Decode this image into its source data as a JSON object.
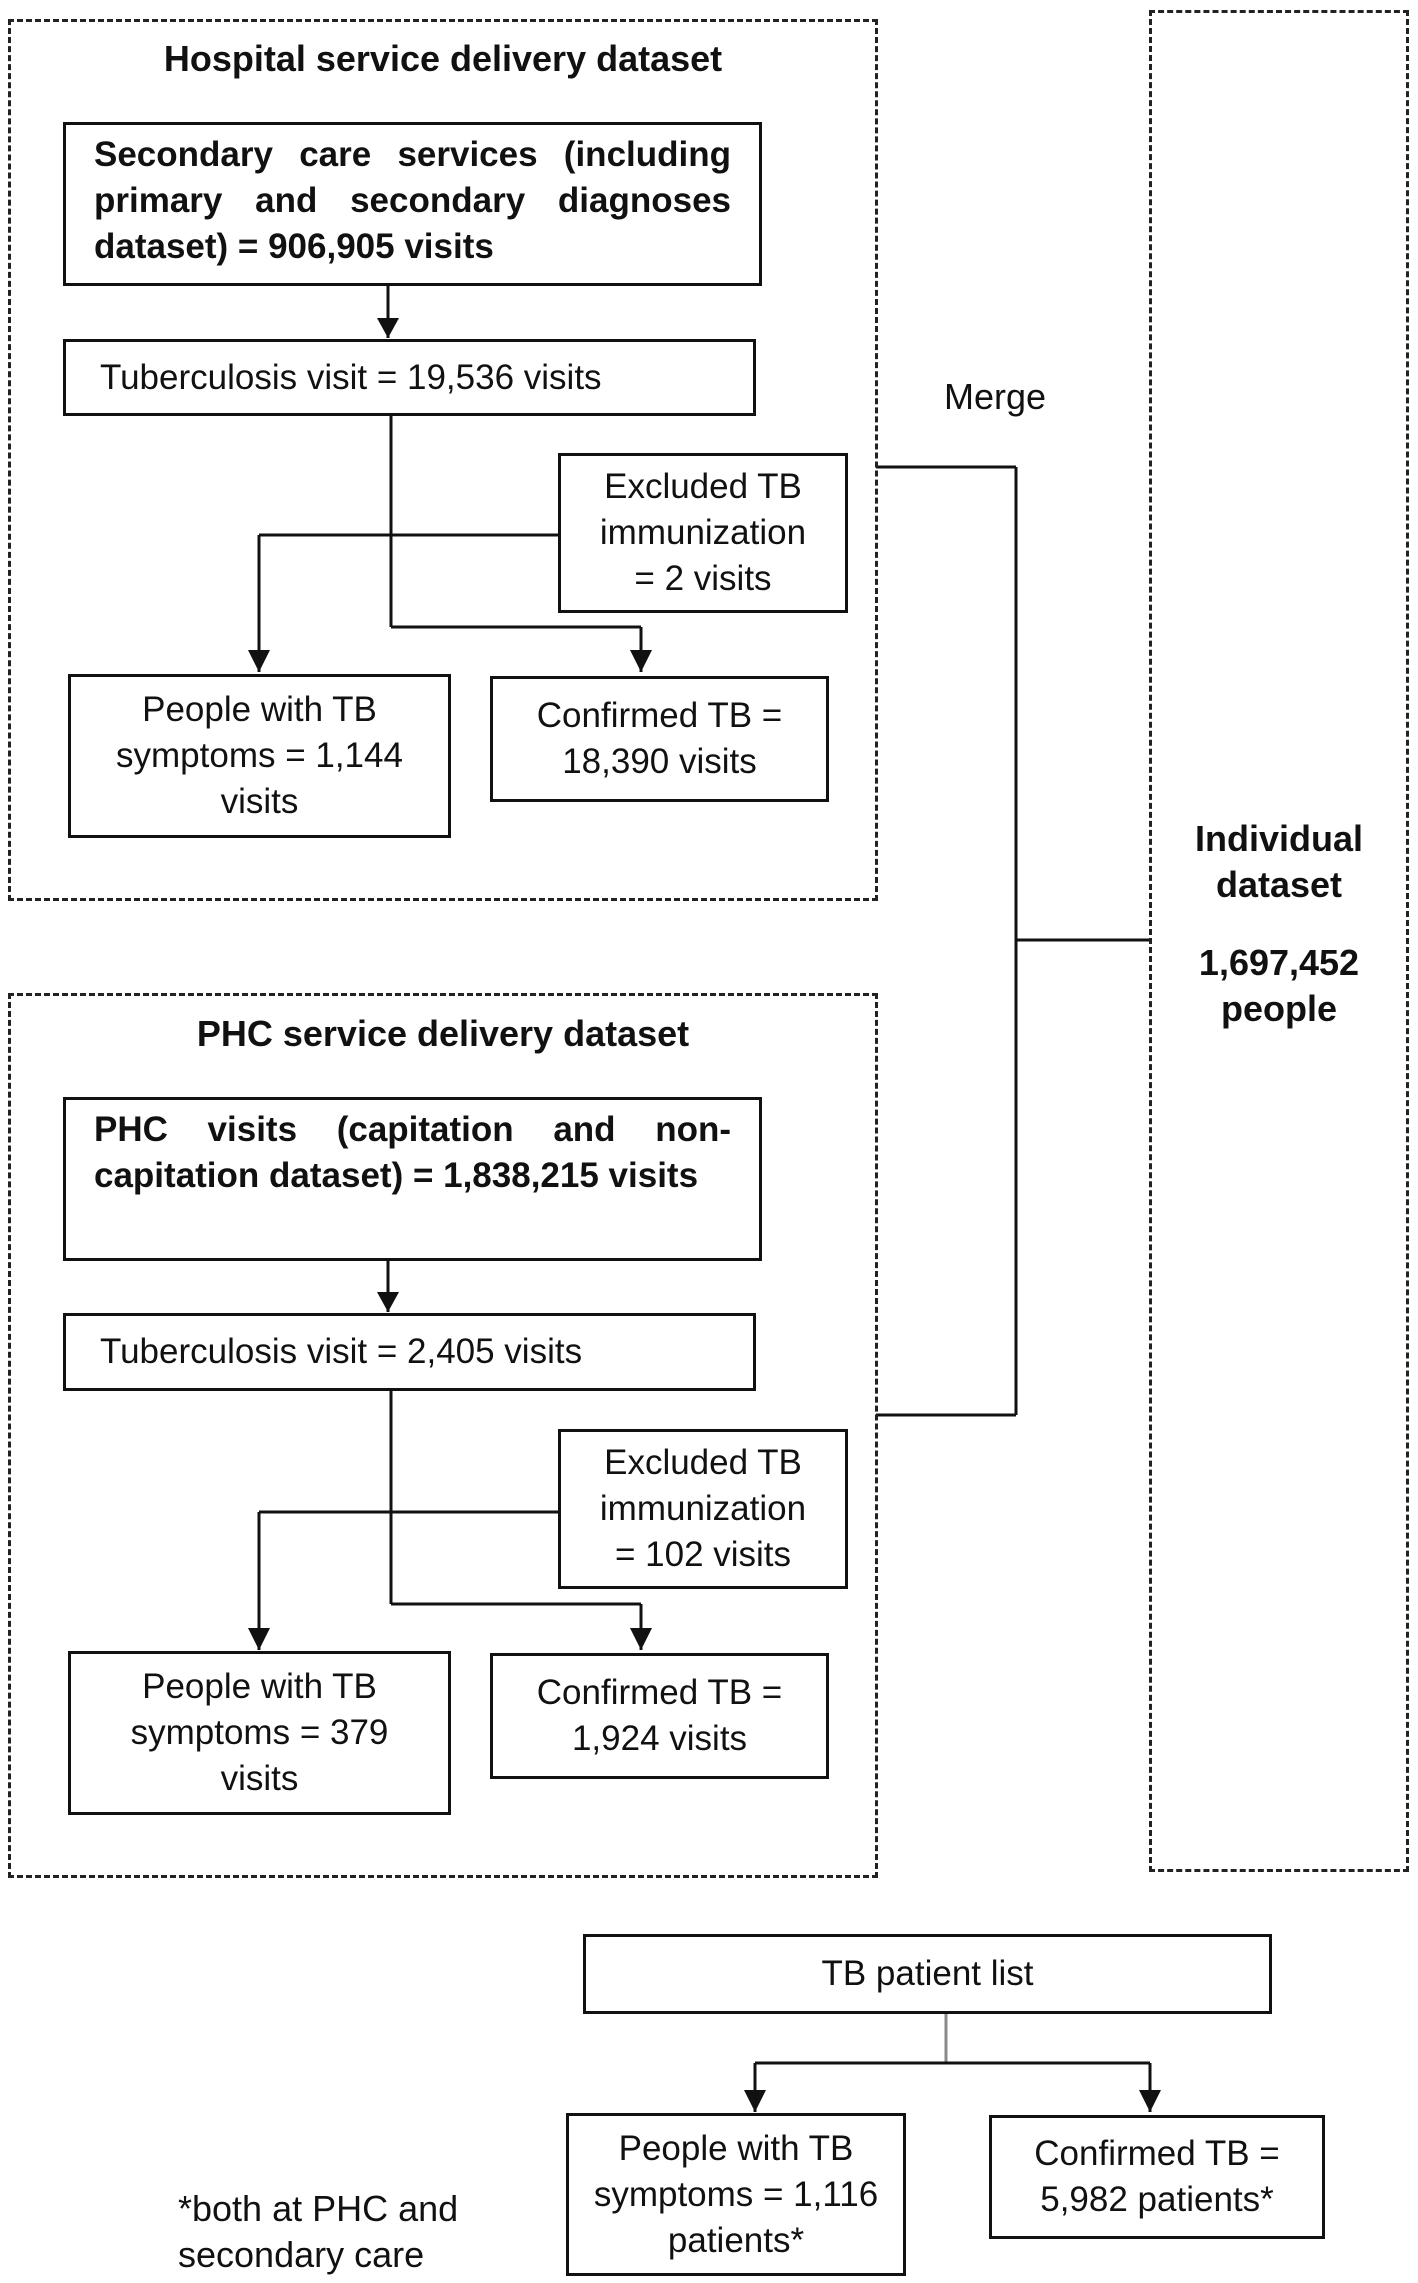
{
  "hospital": {
    "title": "Hospital service delivery dataset",
    "secondary_care": "Secondary care services (including primary and secondary diagnoses dataset) = 906,905 visits",
    "tb_visit": "Tuberculosis visit = 19,536 visits",
    "excluded": "Excluded TB immunization = 2 visits",
    "symptoms": "People with TB symptoms = 1,144 visits",
    "confirmed": "Confirmed TB = 18,390 visits"
  },
  "phc": {
    "title": "PHC service delivery dataset",
    "phc_visits": "PHC visits (capitation and non-capitation dataset) = 1,838,215 visits",
    "tb_visit": "Tuberculosis visit = 2,405 visits",
    "excluded": "Excluded TB immunization = 102 visits",
    "symptoms": "People with TB symptoms = 379 visits",
    "confirmed": "Confirmed TB = 1,924 visits"
  },
  "merge_label": "Merge",
  "individual": {
    "title": "Individual dataset",
    "count": "1,697,452 people"
  },
  "patient_list": {
    "title": "TB patient list",
    "symptoms": "People with TB symptoms = 1,116 patients*",
    "confirmed": "Confirmed TB = 5,982 patients*"
  },
  "footnote": "*both at PHC and secondary care"
}
